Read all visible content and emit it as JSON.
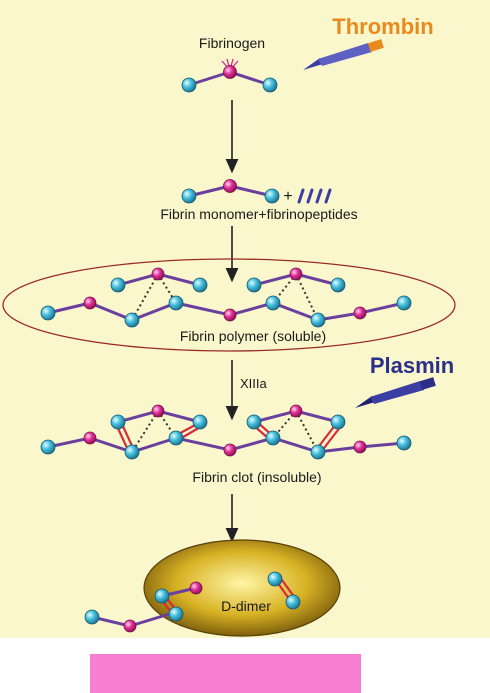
{
  "labels": {
    "fibrinogen": "Fibrinogen",
    "monomer": "Fibrin monomer+fibrinopeptides",
    "plus_sign": "+",
    "polymer": "Fibrin polymer (soluble)",
    "factor": "XIIIa",
    "clot": "Fibrin clot (insoluble)",
    "ddimer": "D-dimer"
  },
  "enzymes": {
    "thrombin": "Thrombin",
    "plasmin": "Plasmin"
  },
  "colors": {
    "background": "#fbf7cc",
    "cyan_node": "#3fb8d8",
    "magenta_node": "#d6288a",
    "chain": "#6a3f9e",
    "thrombin": "#e88a1e",
    "plasmin": "#2b2f8a",
    "ellipse_outline": "#9a2a28",
    "crosslink": "#d82a3a",
    "ddimer_fill": "#c9a21e",
    "pink_bar": "#f77fd2"
  }
}
